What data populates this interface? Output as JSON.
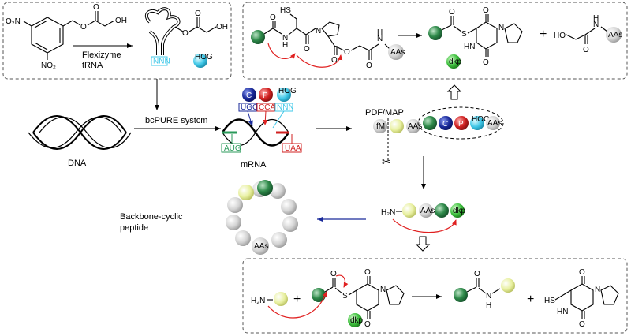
{
  "colors": {
    "green_sphere": "#2f8a4a",
    "yellow_sphere": "#e8f0a0",
    "grey_sphere": "#cfcfcf",
    "red_arrow": "#e02020",
    "blue": "#1a2a9a",
    "red": "#d02020",
    "cyan": "#40c8e8",
    "dkp_green": "#3ec03e",
    "mrna_green": "#2a9a5a"
  },
  "atoms": {
    "o": "O",
    "oh": "OH",
    "ho": "HO",
    "n": "N",
    "h": "H",
    "hs": "HS",
    "s": "S",
    "nh": "NH",
    "hn": "HN",
    "h2n": "H₂N",
    "no2": "NO₂",
    "o2n": "O₂N"
  },
  "labels": {
    "flexizyme": "Flexizyme",
    "trna": "tRNA",
    "nnn": "NNN",
    "hog": "HOG",
    "dna": "DNA",
    "bcpure": "bcPURE systcm",
    "mrna": "mRNA",
    "c": "C",
    "p": "P",
    "ugc": "UGC",
    "cca": "CCA",
    "aug": "AUG",
    "uaa": "UAA",
    "pdf_map": "PDF/MAP",
    "fm": "fM",
    "aas": "AAs",
    "dkp": "dkp",
    "plus": "+",
    "backbone_cyclic": "Backbone-cyclic",
    "peptide": "peptide"
  }
}
